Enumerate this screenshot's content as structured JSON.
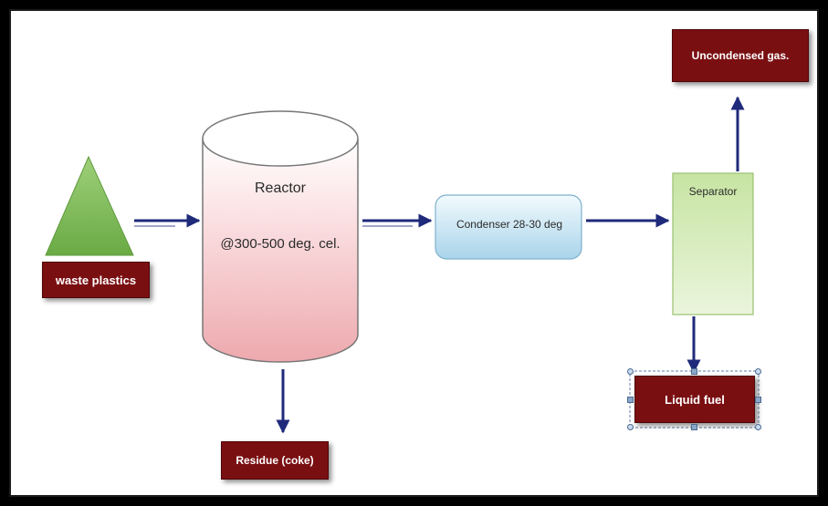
{
  "diagram": {
    "nodes": {
      "waste_plastics": "waste plastics",
      "reactor_title": "Reactor",
      "reactor_condition": "@300-500 deg. cel.",
      "condenser": "Condenser 28-30 deg",
      "separator": "Separator",
      "uncondensed_gas": "Uncondensed gas.",
      "liquid_fuel": "Liquid fuel",
      "residue": "Residue (coke)"
    },
    "colors": {
      "label_box": "#7a0f12",
      "arrow": "#1f2a7a",
      "triangle": "#7fbf55",
      "reactor": "#f3c4c8",
      "condenser": "#cfe8f5",
      "separator": "#d6ebb8"
    }
  }
}
